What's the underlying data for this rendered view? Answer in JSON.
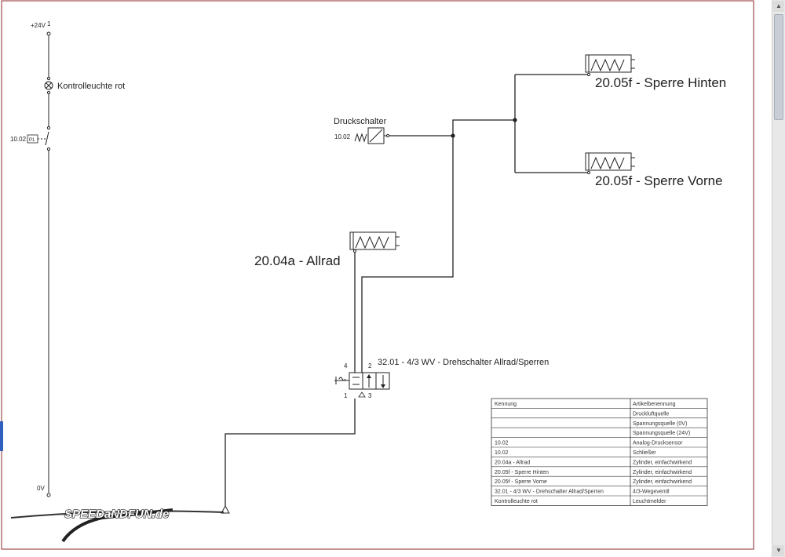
{
  "supply": {
    "plus_label": "+24V",
    "plus_pin": "1",
    "zero_label": "0V"
  },
  "lamp": {
    "label": "Kontrolleuchte  rot"
  },
  "switch": {
    "ref": "10.02",
    "tag": "P1"
  },
  "pressure_switch": {
    "title": "Druckschalter",
    "ref": "10.02"
  },
  "cylinders": {
    "allrad": "20.04a - Allrad",
    "hinten": "20.05f - Sperre Hinten",
    "vorne": "20.05f - Sperre Vorne"
  },
  "valve": {
    "label": "32.01 - 4/3 WV - Drehschalter Allrad/Sperren",
    "port_4": "4",
    "port_2": "2",
    "port_1": "1",
    "port_3": "3"
  },
  "parts_table": {
    "headers": [
      "Kennung",
      "Artikelbenennung"
    ],
    "rows": [
      [
        "",
        "Druckluftquelle"
      ],
      [
        "",
        "Spannungsquelle (0V)"
      ],
      [
        "",
        "Spannungsquelle (24V)"
      ],
      [
        "10.02",
        "Analog-Drucksensor"
      ],
      [
        "10.02",
        "Schließer"
      ],
      [
        "20.04a - Allrad",
        "Zylinder, einfachwirkend"
      ],
      [
        "20.05f - Sperre Hinten",
        "Zylinder, einfachwirkend"
      ],
      [
        "20.05f - Sperre Vorne",
        "Zylinder, einfachwirkend"
      ],
      [
        "32.01 - 4/3 WV - Drehschalter Allrad/Sperren",
        "4/3-Wegeventil"
      ],
      [
        "Kontrolleuchte rot",
        "Leuchtmelder"
      ]
    ]
  },
  "watermark": {
    "text": "SPEEDaNDFUN.de"
  },
  "colors": {
    "frame": "#8b2a2a",
    "ink": "#222222",
    "sheet": "#ffffff",
    "scroll_thumb": "#c8cdd6"
  }
}
